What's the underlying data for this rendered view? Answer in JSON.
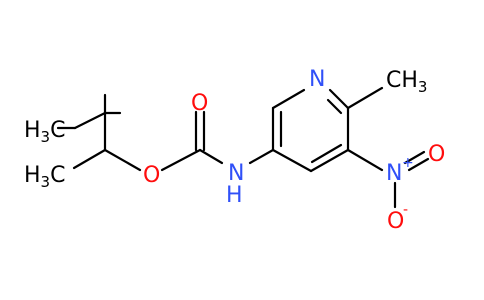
{
  "molecule": {
    "colors": {
      "bond": "#000000",
      "carbon_label": "#000000",
      "oxygen": "#ff0d0d",
      "nitrogen": "#3050f8"
    },
    "labels": {
      "methyl_upper": {
        "main": "H",
        "sub": "3",
        "tail": "C"
      },
      "methyl_lower": {
        "main": "H",
        "sub": "3",
        "tail": "C"
      },
      "carbonyl_o": "O",
      "ester_o": "O",
      "amide_n": "N",
      "amide_h": "H",
      "ring_n": "N",
      "methyl_right": {
        "main": "CH",
        "sub": "3"
      },
      "nitro_n": "N",
      "nitro_plus": "+",
      "nitro_o_top": "O",
      "nitro_o_bottom": "O",
      "nitro_minus": "-"
    }
  }
}
